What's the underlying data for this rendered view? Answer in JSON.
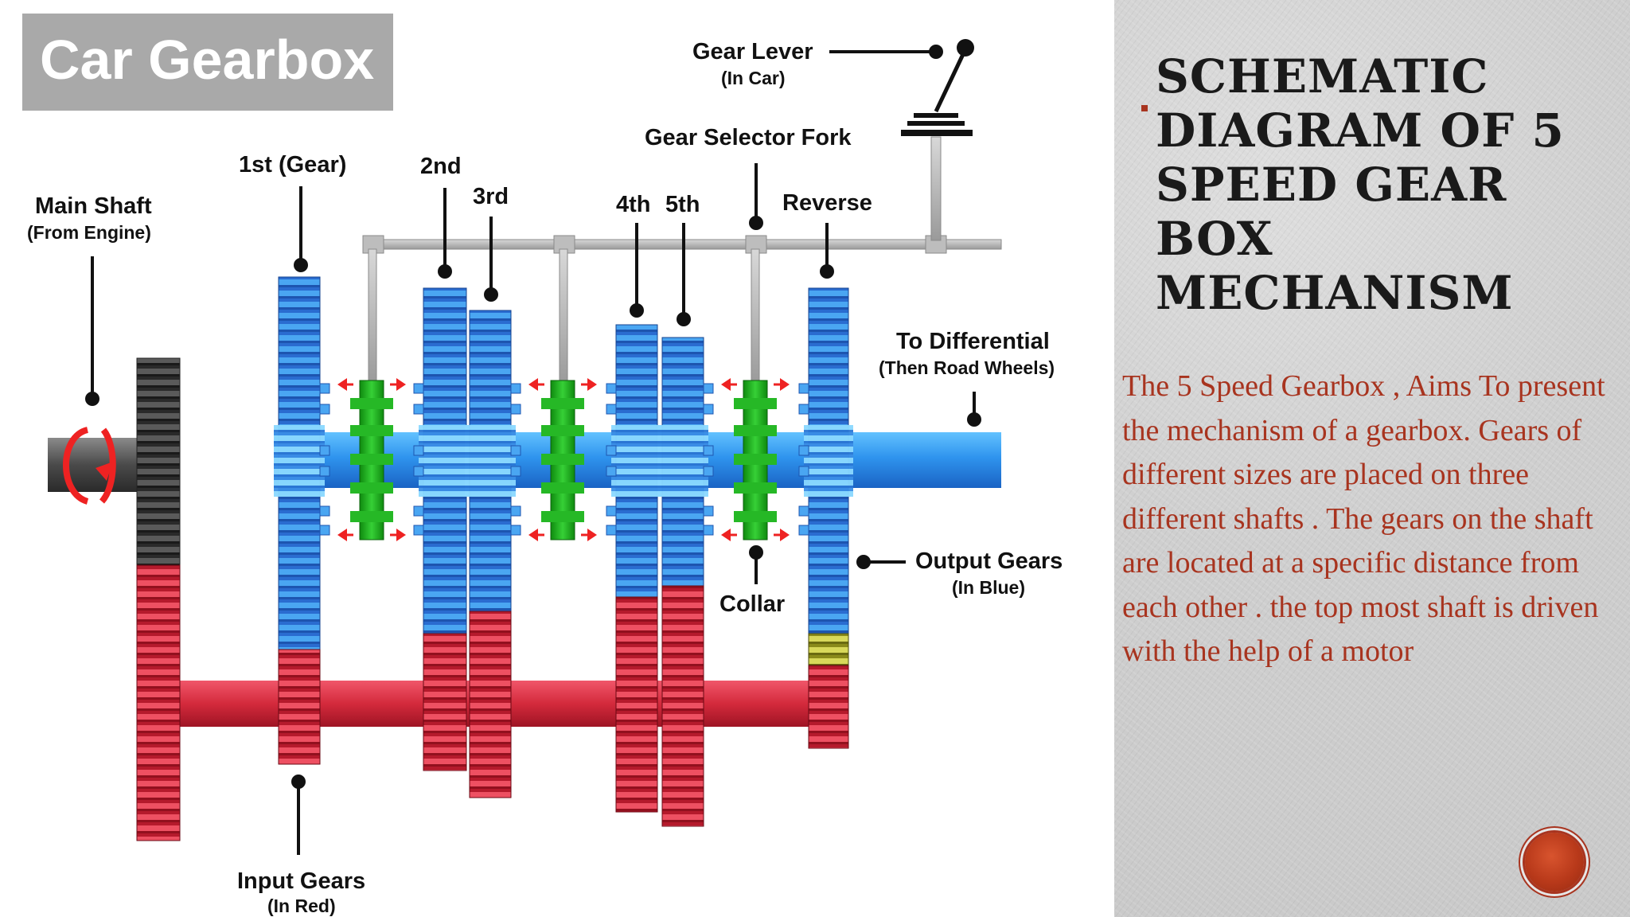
{
  "diagram": {
    "badge": "Car Gearbox",
    "labels": {
      "gear_lever": "Gear Lever",
      "gear_lever_sub": "(In Car)",
      "gear_selector_fork": "Gear Selector Fork",
      "first": "1st (Gear)",
      "second": "2nd",
      "third": "3rd",
      "fourth": "4th",
      "fifth": "5th",
      "reverse": "Reverse",
      "main_shaft": "Main Shaft",
      "main_shaft_sub": "(From Engine)",
      "to_differential": "To Differential",
      "to_differential_sub": "(Then Road Wheels)",
      "output_gears": "Output Gears",
      "output_gears_sub": "(In Blue)",
      "collar": "Collar",
      "input_gears": "Input Gears",
      "input_gears_sub": "(In Red)"
    },
    "colors": {
      "output_gear": "#2f7fe0",
      "input_gear": "#d42a3c",
      "collar": "#1faa1f",
      "arrow": "#ee2222",
      "main_gear": "#3a3a3a"
    }
  },
  "slide": {
    "title": "Schematic Diagram of 5 Speed Gear Box Mechanism",
    "body": "The 5 Speed Gearbox , Aims To present the mechanism of a gearbox. Gears of different sizes are placed on three different shafts . The gears on the shaft are located at a specific distance from each other . the top most shaft is driven with the help of a motor",
    "colors": {
      "accent": "#a8341f",
      "title": "#1a1a1a"
    },
    "next_icon": "circle-next-icon"
  }
}
